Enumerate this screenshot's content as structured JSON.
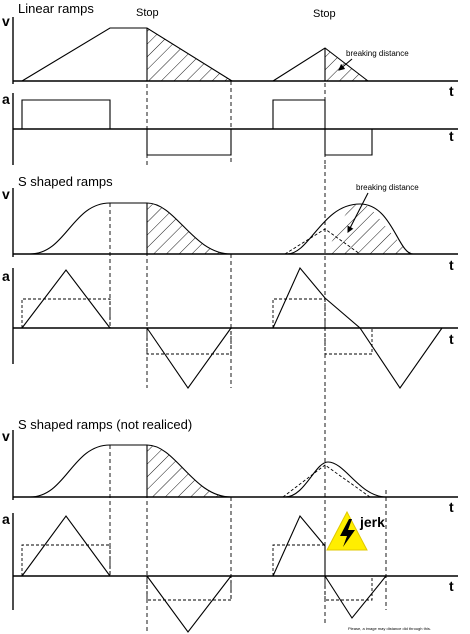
{
  "titles": {
    "linear": "Linear ramps",
    "s_shaped": "S shaped ramps",
    "not_realized": "S shaped ramps (not realiced)"
  },
  "labels": {
    "stop_1": "Stop",
    "stop_2": "Stop",
    "braking_1": "breaking distance",
    "braking_2": "breaking distance",
    "jerk": "jerk",
    "v": "v",
    "a": "a",
    "t": "t"
  },
  "footer": "Please, a image may distance did through this.",
  "colors": {
    "warning": "#ffee00",
    "bolt": "#000000"
  },
  "icons": {
    "jerk": "lightning-bolt-warning-icon"
  }
}
